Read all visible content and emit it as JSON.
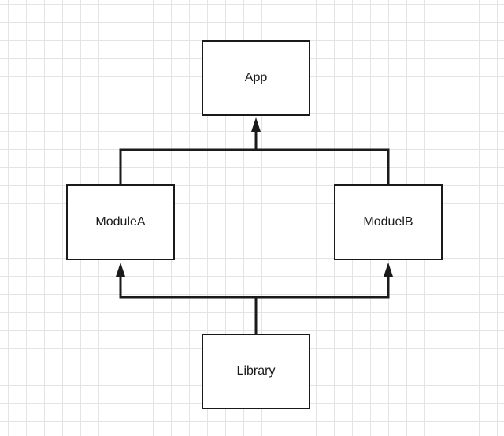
{
  "diagram": {
    "type": "dependency-graph",
    "background": "grid",
    "colors": {
      "stroke": "#1a1a1a",
      "grid": "#e4e4e4",
      "node_fill": "#ffffff"
    },
    "nodes": {
      "app": {
        "label": "App"
      },
      "module_a": {
        "label": "ModuleA"
      },
      "module_b": {
        "label": "ModuelB"
      },
      "library": {
        "label": "Library"
      }
    },
    "edges": [
      {
        "from": "module_a",
        "to": "app"
      },
      {
        "from": "module_b",
        "to": "app"
      },
      {
        "from": "library",
        "to": "module_a"
      },
      {
        "from": "library",
        "to": "module_b"
      }
    ]
  }
}
